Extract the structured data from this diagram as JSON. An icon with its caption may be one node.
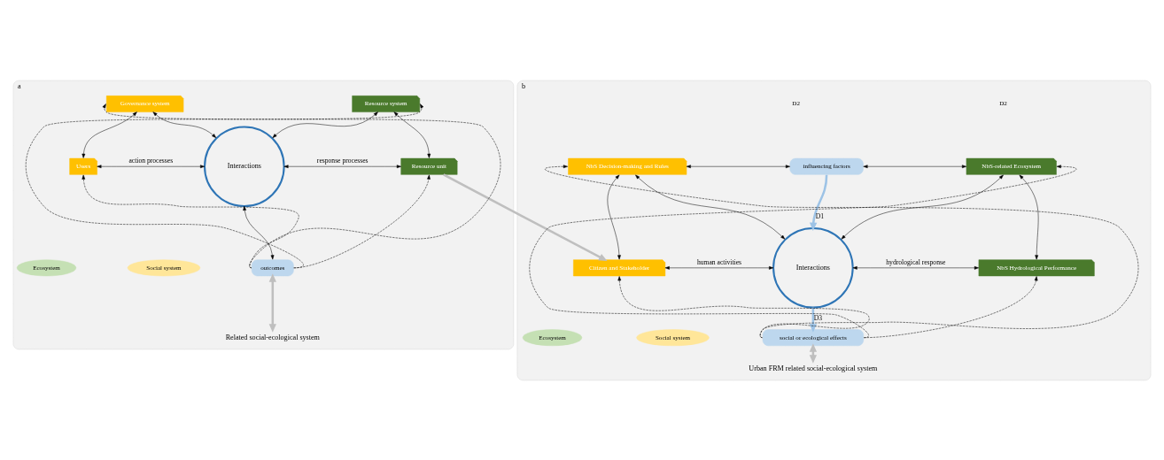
{
  "diagram": {
    "nodes": [
      {
        "text": [
          "a"
        ]
      },
      {
        "text": [
          "Social system"
        ],
        "in": 0
      },
      {
        "text": [
          "Ecosystem"
        ],
        "in": 0
      },
      {
        "text": [
          "Governance system"
        ],
        "in": 0
      },
      {
        "text": [
          "Users"
        ],
        "in": 0
      },
      {
        "text": [
          "Resource system"
        ],
        "in": 0
      },
      {
        "text": [
          "Resource unit"
        ],
        "in": 0
      },
      {
        "text": [
          "Interactions"
        ],
        "in": 0
      },
      {
        "text": [
          "outcomes"
        ],
        "in": 0
      },
      {
        "text": [
          "Related social-ecological system"
        ],
        "in": 0
      },
      {
        "text": [
          "b"
        ]
      },
      {
        "text": [
          "Social system"
        ],
        "in": 10
      },
      {
        "text": [
          "Ecosystem"
        ],
        "in": 10
      },
      {
        "text": [
          "NbS Decision-making and Rules"
        ],
        "in": 10
      },
      {
        "text": [
          "influencing factors"
        ],
        "in": 10
      },
      {
        "text": [
          "NbS-related Ecosystem"
        ],
        "in": 10
      },
      {
        "text": [
          "Citizen and Stakeholder"
        ],
        "in": 10
      },
      {
        "text": [
          "NbS Hydrological Performance"
        ],
        "in": 10
      },
      {
        "text": [
          "Interactions"
        ],
        "in": 10
      },
      {
        "text": [
          "social or ecological effects"
        ],
        "in": 10
      },
      {
        "text": [
          "Urban FRM related social-ecological system"
        ],
        "in": 10
      }
    ],
    "edges": [
      {
        "from": 3,
        "to": 4,
        "arrow": "both"
      },
      {
        "from": 3,
        "to": 7,
        "arrow": "both"
      },
      {
        "from": 5,
        "to": 7,
        "arrow": "both"
      },
      {
        "from": 5,
        "to": 6,
        "arrow": "both"
      },
      {
        "from": 4,
        "to": 7,
        "arrow": "both",
        "label": "action processes"
      },
      {
        "from": 7,
        "to": 6,
        "arrow": "both",
        "label": "response processes"
      },
      {
        "from": 7,
        "to": 8,
        "arrow": "both"
      },
      {
        "from": 8,
        "to": 4,
        "arrow": "to",
        "style": "dashed"
      },
      {
        "from": 8,
        "to": 6,
        "arrow": "to",
        "style": "dashed"
      },
      {
        "from": 8,
        "to": 3,
        "arrow": "to",
        "style": "dashed"
      },
      {
        "from": 8,
        "to": 5,
        "arrow": "to",
        "style": "dashed"
      },
      {
        "from": 8,
        "to": 9,
        "arrow": "both",
        "style": "thick",
        "color": "#bfbfbf"
      },
      {
        "from": 0,
        "to": 10,
        "arrow": "to",
        "style": "thick",
        "color": "#bfbfbf"
      },
      {
        "from": 13,
        "to": 14,
        "arrow": "both"
      },
      {
        "from": 14,
        "to": 15,
        "arrow": "both"
      },
      {
        "from": 14,
        "to": 18,
        "arrow": "to",
        "label": "D1",
        "style": "thick",
        "color": "#9dc3e6"
      },
      {
        "from": 13,
        "to": 16,
        "arrow": "both"
      },
      {
        "from": 13,
        "to": 18,
        "arrow": "both"
      },
      {
        "from": 15,
        "to": 18,
        "arrow": "both"
      },
      {
        "from": 15,
        "to": 17,
        "arrow": "both"
      },
      {
        "from": 16,
        "to": 18,
        "arrow": "both",
        "label": "human activities"
      },
      {
        "from": 18,
        "to": 17,
        "arrow": "both",
        "label": "hydrological response"
      },
      {
        "from": 18,
        "to": 19,
        "arrow": "to",
        "label": "D3",
        "style": "thick",
        "color": "#9dc3e6"
      },
      {
        "from": 19,
        "to": 16,
        "arrow": "to",
        "style": "dashed"
      },
      {
        "from": 19,
        "to": 17,
        "arrow": "to",
        "style": "dashed"
      },
      {
        "from": 19,
        "to": 13,
        "arrow": "to",
        "style": "dashed"
      },
      {
        "from": 19,
        "to": 15,
        "arrow": "to",
        "style": "dashed"
      },
      {
        "from": 19,
        "to": 20,
        "arrow": "both",
        "style": "thick",
        "color": "#bfbfbf"
      }
    ],
    "labels": [
      "D2",
      "D2"
    ]
  }
}
